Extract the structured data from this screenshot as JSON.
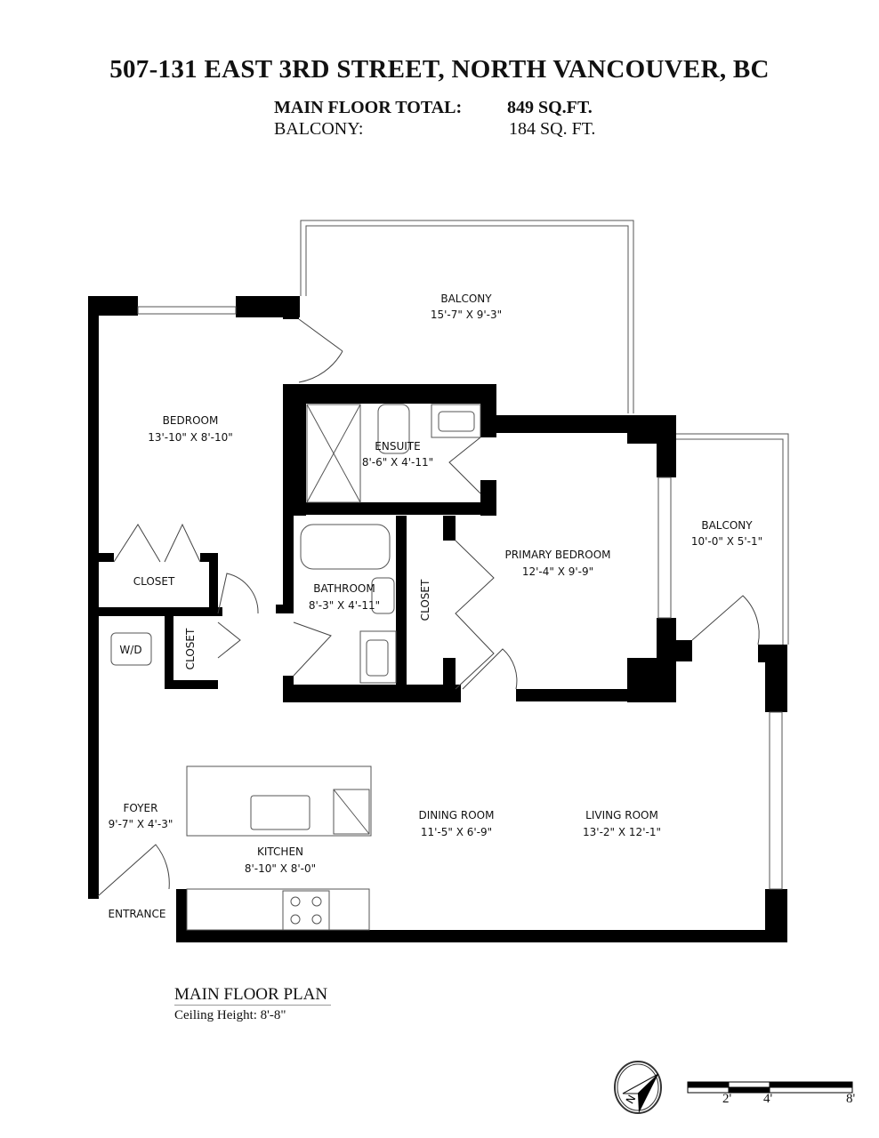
{
  "header": {
    "address": "507-131 EAST 3RD STREET, NORTH VANCOUVER, BC",
    "main_floor_label": "MAIN FLOOR TOTAL:",
    "main_floor_value": "849 SQ.FT.",
    "balcony_label": "BALCONY:",
    "balcony_value": "184 SQ. FT."
  },
  "rooms": {
    "balcony_top": {
      "name": "BALCONY",
      "dims": "15'-7\" X 9'-3\""
    },
    "bedroom": {
      "name": "BEDROOM",
      "dims": "13'-10\" X 8'-10\""
    },
    "ensuite": {
      "name": "ENSUITE",
      "dims": "8'-6\" X 4'-11\""
    },
    "balcony_right": {
      "name": "BALCONY",
      "dims": "10'-0\" X 5'-1\""
    },
    "primary_bedroom": {
      "name": "PRIMARY BEDROOM",
      "dims": "12'-4\" X 9'-9\""
    },
    "closet_bedroom": {
      "name": "CLOSET"
    },
    "bathroom": {
      "name": "BATHROOM",
      "dims": "8'-3\" X 4'-11\""
    },
    "closet_primary": {
      "name": "CLOSET"
    },
    "wd": {
      "name": "W/D"
    },
    "closet_foyer": {
      "name": "CLOSET"
    },
    "foyer": {
      "name": "FOYER",
      "dims": "9'-7\" X 4'-3\""
    },
    "dining": {
      "name": "DINING ROOM",
      "dims": "11'-5\" X 6'-9\""
    },
    "living": {
      "name": "LIVING ROOM",
      "dims": "13'-2\" X 12'-1\""
    },
    "kitchen": {
      "name": "KITCHEN",
      "dims": "8'-10\" X 8'-0\""
    },
    "entrance": {
      "name": "ENTRANCE"
    }
  },
  "footer": {
    "plan_title": "MAIN FLOOR PLAN",
    "ceiling": "Ceiling Height: 8'-8\"",
    "compass_letter": "N",
    "scale_labels": [
      "2'",
      "4'",
      "8'"
    ]
  }
}
